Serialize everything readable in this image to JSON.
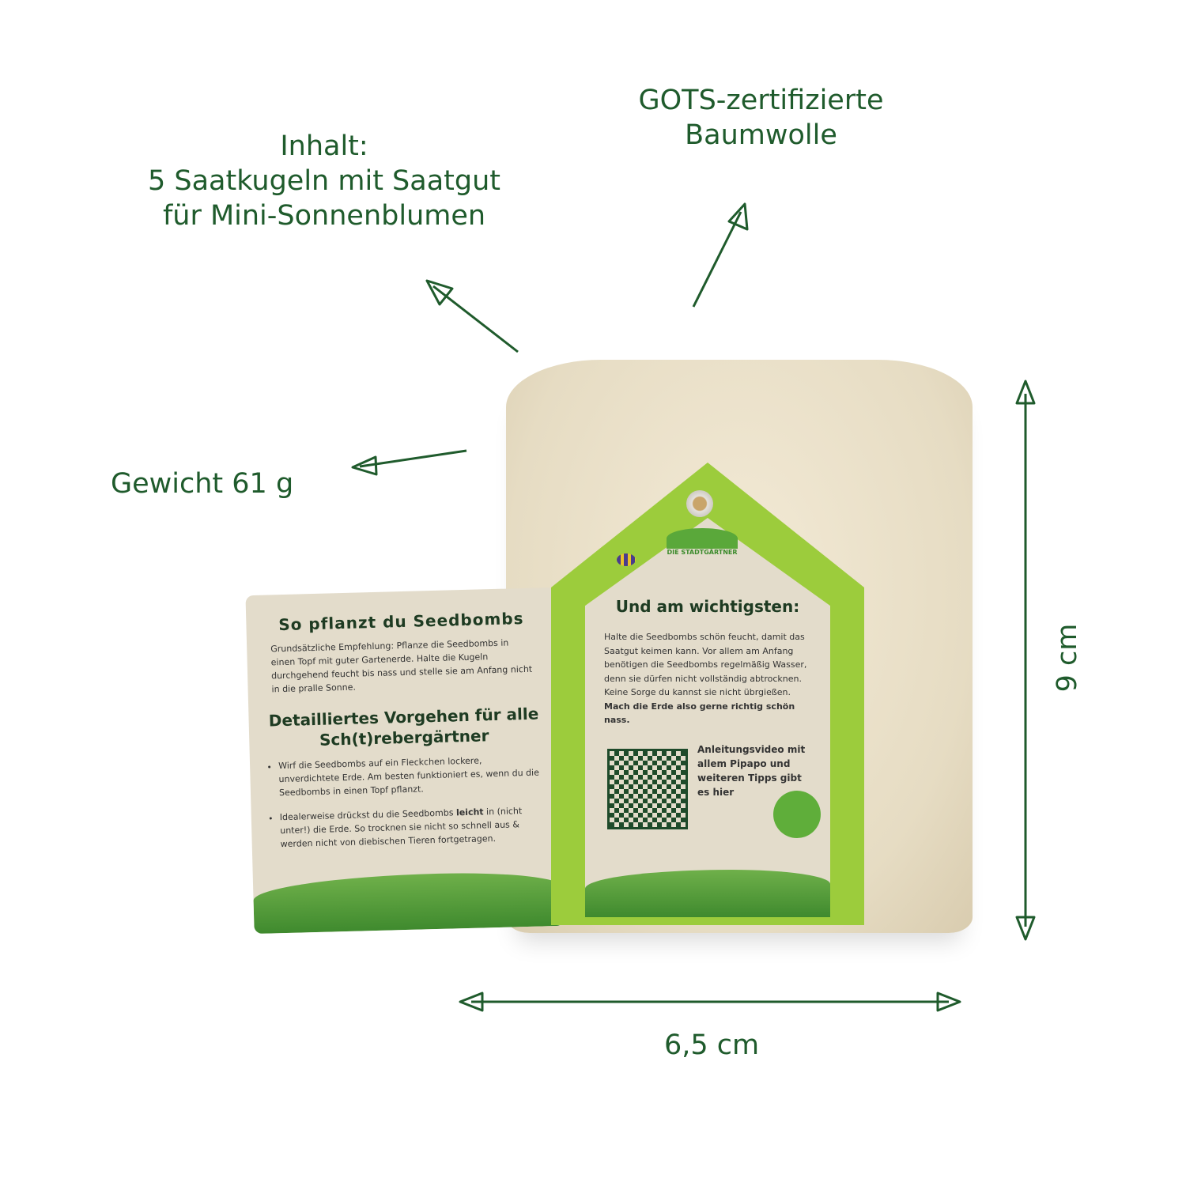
{
  "annotations": {
    "content": [
      "Inhalt:",
      "5 Saatkugeln mit Saatgut",
      "für Mini-Sonnenblumen"
    ],
    "material": [
      "GOTS-zertifizierte",
      "Baumwolle"
    ],
    "weight": "Gewicht 61 g",
    "height": "9 cm",
    "width": "6,5 cm"
  },
  "left_card": {
    "title": "So pflanzt du Seedbombs",
    "intro": "Grundsätzliche Empfehlung: Pflanze die Seedbombs in einen Topf mit guter Gartenerde. Halte die Kugeln durchgehend feucht bis nass und stelle sie am Anfang nicht in die pralle Sonne.",
    "subtitle": "Detailliertes Vorgehen für alle Sch(t)rebergärtner",
    "bullet1": "Wirf die Seedbombs auf ein Fleckchen lockere, unverdichtete Erde. Am besten funktioniert es, wenn du die Seedbombs in einen Topf pflanzt.",
    "bullet2_a": "Idealerweise drückst du die Seedbombs ",
    "bullet2_bold": "leicht",
    "bullet2_b": " in (nicht unter!) die Erde. So trocknen sie nicht so schnell aus & werden nicht von diebischen Tieren fortgetragen."
  },
  "tag": {
    "brand": "DIE STADTGÄRTNER",
    "title": "Und am wichtigsten:",
    "text": "Halte die Seedbombs schön feucht, damit das Saatgut keimen kann. Vor allem am Anfang benötigen die Seedbombs regelmäßig Wasser, denn sie dürfen nicht vollständig abtrocknen. Keine Sorge du kannst sie nicht übrgießen. ",
    "text_bold": "Mach die Erde also gerne richtig schön nass.",
    "qr_text": "Anleitungsvideo mit allem Pipapo und weiteren Tipps gibt es hier"
  },
  "colors": {
    "annotation": "#1f5b2c",
    "tag_green": "#9ccc3c"
  }
}
